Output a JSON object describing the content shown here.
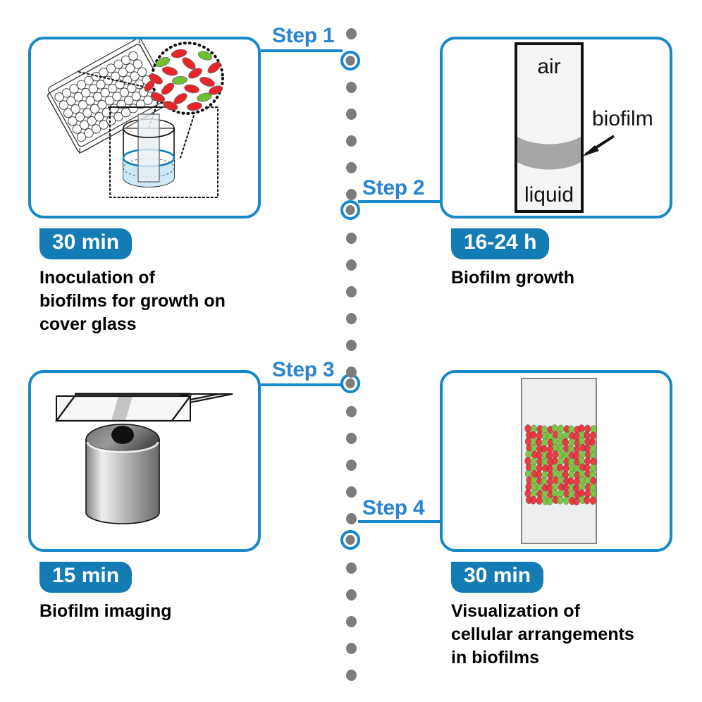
{
  "diagram": {
    "title_present": false,
    "accent_blue": "#1789c8",
    "label_blue": "#2a84d2",
    "badge_blue": "#137cb5",
    "dot_gray": "#7c7c7c",
    "biofilm_gray": "#a6a6a6",
    "liquid_blue": "#cde9f7",
    "cell_red": "#e8242a",
    "cell_green": "#6fbf2f"
  },
  "timeline": {
    "name": "vertical-dotted-timeline",
    "dot_count": 25,
    "node_steps": [
      1,
      2,
      3,
      4
    ]
  },
  "steps": [
    {
      "id": "step-1",
      "step_label": "Step 1",
      "time_badge": "30 min",
      "caption": "Inoculation of\nbiofilms for growth on\ncover glass",
      "illustration": "96-well-plate-with-cover-glass-and-magnified-cells",
      "elements": {
        "plate": "96-well-microplate",
        "magnifier": "dotted-circle-magnification",
        "well": "liquid-filled-well-with-cover-glass",
        "cells_red": 19,
        "cells_green": 5
      }
    },
    {
      "id": "step-2",
      "step_label": "Step 2",
      "time_badge": "16-24 h",
      "caption": "Biofilm growth",
      "illustration": "cover-glass-in-tube-with-air-liquid-interface",
      "elements": {
        "top_label": "air",
        "bottom_label": "liquid",
        "arrow_label": "biofilm"
      }
    },
    {
      "id": "step-3",
      "step_label": "Step 3",
      "time_badge": "15 min",
      "caption": "Biofilm imaging",
      "illustration": "cover-glass-over-microscope-objective",
      "elements": {
        "objective": "cylindrical-objective-lens",
        "slide": "tilted-cover-glass-with-biofilm-band"
      }
    },
    {
      "id": "step-4",
      "step_label": "Step 4",
      "time_badge": "30 min",
      "caption": "Visualization of\ncellular arrangements\nin biofilms",
      "illustration": "rendered-biofilm-cell-stack-on-cover-glass",
      "elements": {
        "render": "packed-rod-cell-columns-red-green"
      }
    }
  ]
}
